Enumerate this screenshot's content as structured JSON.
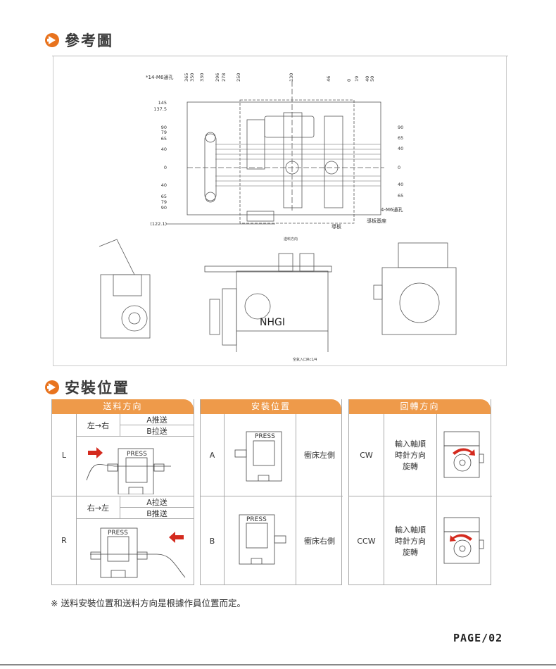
{
  "sections": {
    "reference": "參考圖",
    "installation": "安裝位置"
  },
  "drawing": {
    "top_dims": [
      "365",
      "350",
      "330",
      "296",
      "278",
      "250",
      "130",
      "46",
      "0",
      "19",
      "40",
      "50"
    ],
    "left_dims": [
      "145",
      "137.5",
      "90",
      "79",
      "65",
      "40",
      "0",
      "40",
      "65",
      "79",
      "90",
      "(122.1)"
    ],
    "right_dims": [
      "90",
      "65",
      "40",
      "0",
      "40",
      "65"
    ],
    "callouts": {
      "holes14": "*14-M6通孔",
      "holes4": "4-M6通孔",
      "guide": "導板",
      "guide_base": "導板基座",
      "brand": "NHGI",
      "air_inlet": "空氣入口Rc1/4",
      "feed_dir": "送料方向"
    }
  },
  "tables": {
    "feed": {
      "title": "送料方向",
      "rows": [
        {
          "code": "L",
          "dir": "左→右",
          "a": "A推送",
          "b": "B拉送",
          "press": "PRESS"
        },
        {
          "code": "R",
          "dir": "右→左",
          "a": "A拉送",
          "b": "B推送",
          "press": "PRESS"
        }
      ]
    },
    "install": {
      "title": "安裝位置",
      "rows": [
        {
          "code": "A",
          "desc": "衝床左側",
          "press": "PRESS"
        },
        {
          "code": "B",
          "desc": "衝床右側",
          "press": "PRESS"
        }
      ]
    },
    "rotation": {
      "title": "回轉方向",
      "rows": [
        {
          "code": "CW",
          "desc": "輸入軸順時針方向旋轉"
        },
        {
          "code": "CCW",
          "desc": "輸入軸順時針方向旋轉"
        }
      ]
    }
  },
  "note": "※ 送料安裝位置和送料方向是根據作員位置而定。",
  "page": "PAGE/02",
  "colors": {
    "accent": "#e8731e",
    "header": "#ee9a4a",
    "arrow": "#d42a1e"
  }
}
